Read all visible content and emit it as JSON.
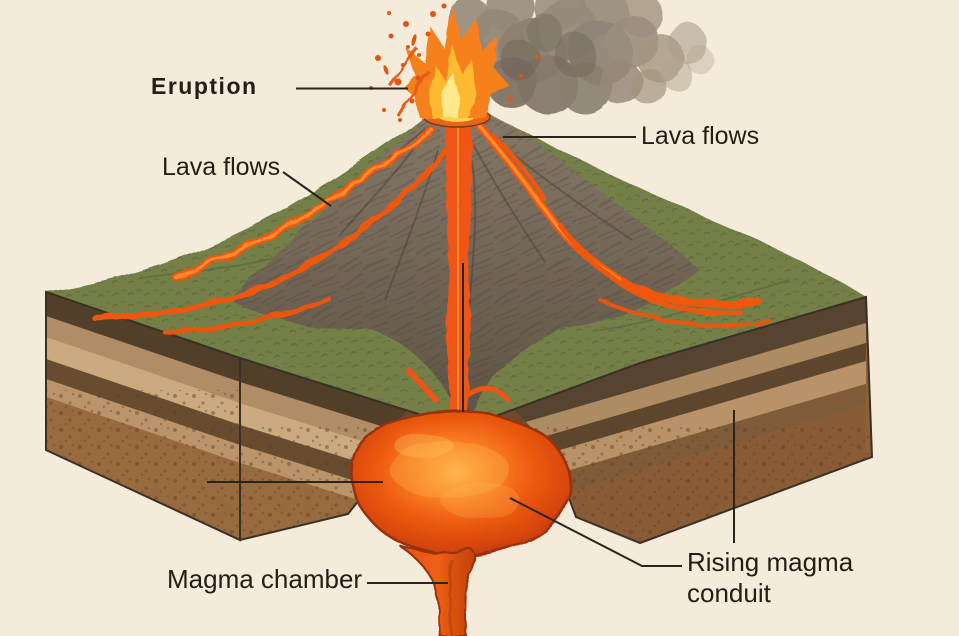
{
  "diagram": {
    "type": "volcano-cross-section",
    "labels": {
      "eruption": "Eruption",
      "lava_flows_left": "Lava flows",
      "lava_flows_right": "Lava flows",
      "magma_chamber": "Magma chamber",
      "rising_magma_conduit": "Rising magma\nconduit"
    },
    "colors": {
      "background": "#f4ebdb",
      "label_text": "#231d16",
      "leader_line": "#2b241c",
      "vegetation": "#75804a",
      "cone_rock": "#7b6e5f",
      "smoke": "#90857a",
      "lava": "#f1560f",
      "lava_highlight": "#ff8a2e",
      "magma_core": "#ffb347",
      "magma_rim": "#bf3a06",
      "strata_dark_brown": "#523f2a",
      "strata_tan": "#b18d67",
      "strata_light_tan": "#cbaa80",
      "strata_base_brown": "#976a40"
    }
  }
}
